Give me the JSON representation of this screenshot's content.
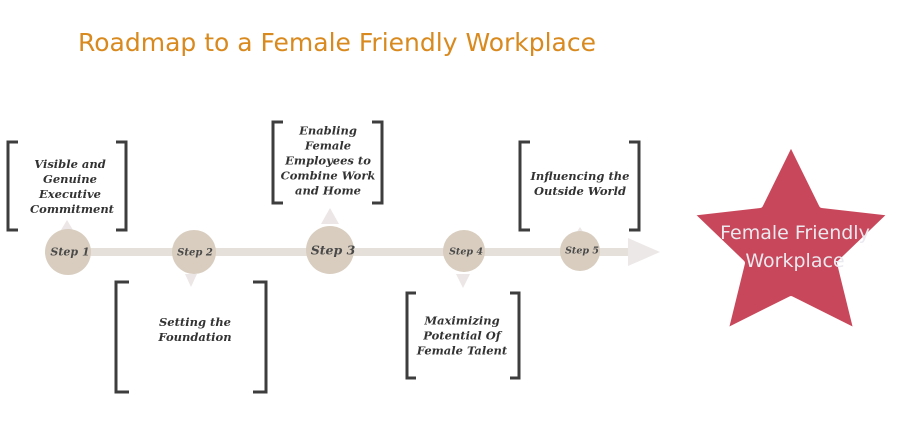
{
  "title": "Roadmap to a Female Friendly Workplace",
  "steps": [
    {
      "label": "Step 1",
      "description": "Visible and Genuine Executive Commitment"
    },
    {
      "label": "Step 2",
      "description": "Setting the Foundation"
    },
    {
      "label": "Step 3",
      "description": "Enabling Female Employees to Combine Work and Home"
    },
    {
      "label": "Step 4",
      "description": "Maximizing Potential Of Female Talent"
    },
    {
      "label": "Step 5",
      "description": "Influencing the Outside World"
    }
  ],
  "goal": "Female Friendly Workplace",
  "colors": {
    "title": "#d98a1f",
    "timeline": "#e6e0da",
    "step_circle": "#d8cdbf",
    "arrow_marker": "#ece6e6",
    "bracket": "#3d3d3d",
    "star_fill": "#c9475a",
    "star_text": "#e9e9ef"
  }
}
